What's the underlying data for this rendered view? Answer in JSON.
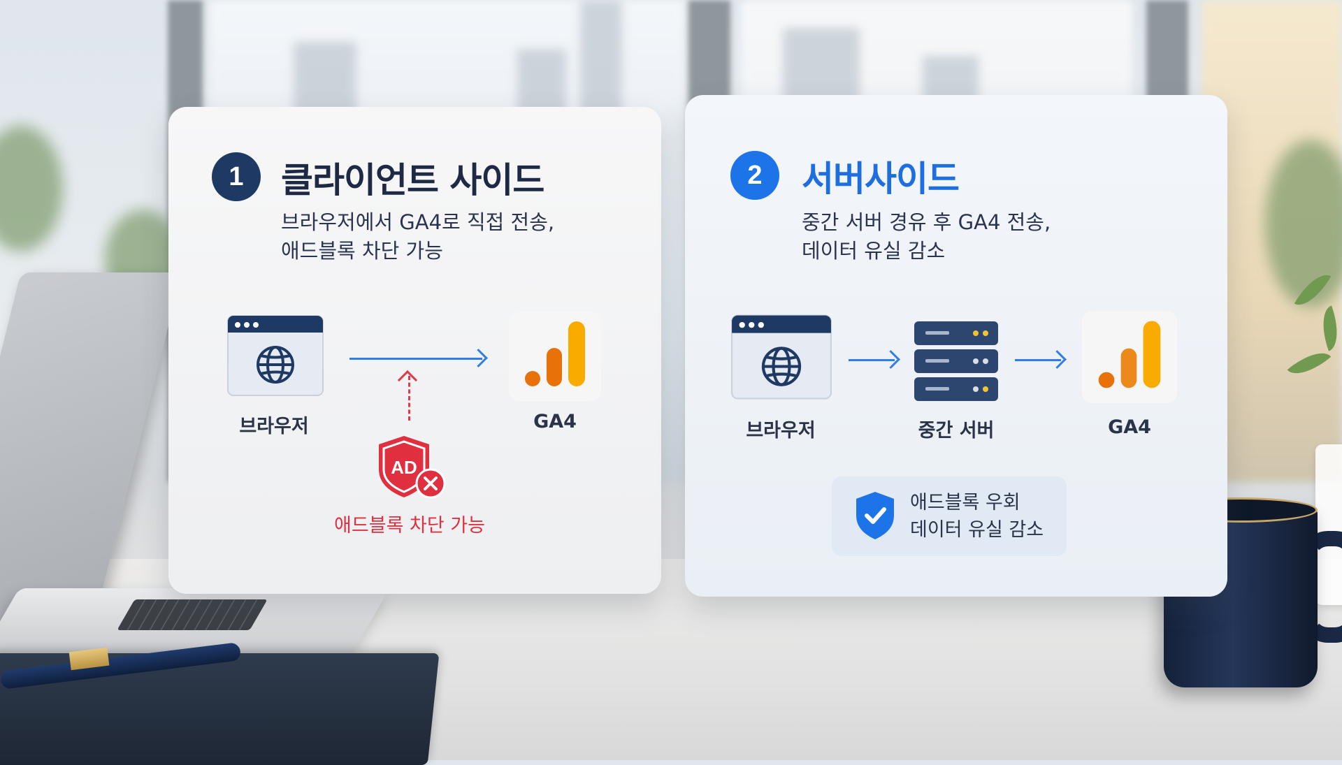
{
  "colors": {
    "navy": "#1e3a64",
    "blue": "#1d73e8",
    "red": "#e0303f",
    "ga_orange": "#e8710a",
    "ga_yellow": "#f9ab00",
    "arrow_blue": "#2f7de6"
  },
  "left_card": {
    "badge": "1",
    "title": "클라이언트 사이드",
    "desc_line1": "브라우저에서 GA4로 직접 전송,",
    "desc_line2": "애드블록 차단 가능",
    "nodes": {
      "browser_label": "브라우저",
      "ga4_label": "GA4"
    },
    "blocker": {
      "icon_text": "AD",
      "label": "애드블록 차단 가능"
    }
  },
  "right_card": {
    "badge": "2",
    "title": "서버사이드",
    "desc_line1": "중간 서버 경유 후 GA4 전송,",
    "desc_line2": "데이터 유실 감소",
    "nodes": {
      "browser_label": "브라우저",
      "server_label": "중간 서버",
      "ga4_label": "GA4"
    },
    "benefit": {
      "line1": "애드블록 우회",
      "line2": "데이터 유실 감소"
    }
  },
  "icons": [
    "globe-icon",
    "analytics-bars-icon",
    "server-icon",
    "ad-block-shield-icon",
    "close-icon",
    "shield-check-icon"
  ]
}
